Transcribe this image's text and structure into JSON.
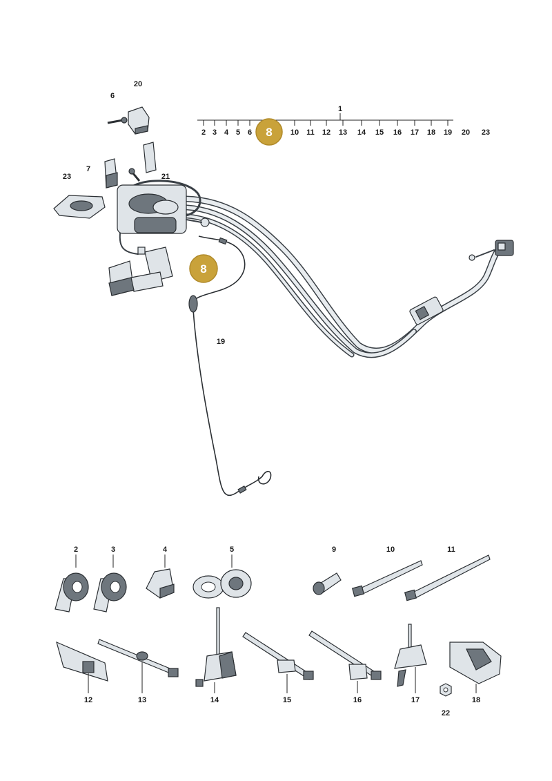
{
  "colors": {
    "badge_fill": "#c9a23a",
    "badge_stroke": "#b08a2a",
    "line": "#222222"
  },
  "scale": {
    "main_label": "1",
    "numbers": [
      "2",
      "3",
      "4",
      "5",
      "6",
      "8",
      "10",
      "11",
      "12",
      "13",
      "14",
      "15",
      "16",
      "17",
      "18",
      "19",
      "20",
      "23"
    ]
  },
  "badges": {
    "scale_badge": "8",
    "diagram_badge": "8"
  },
  "callouts": {
    "c6": "6",
    "c20": "20",
    "c7": "7",
    "c23": "23",
    "c21": "21",
    "c19": "19"
  },
  "parts": {
    "p2": "2",
    "p3": "3",
    "p4": "4",
    "p5": "5",
    "p9": "9",
    "p10": "10",
    "p11": "11",
    "p12": "12",
    "p13": "13",
    "p14": "14",
    "p15": "15",
    "p16": "16",
    "p17": "17",
    "p18": "18",
    "p22": "22"
  }
}
